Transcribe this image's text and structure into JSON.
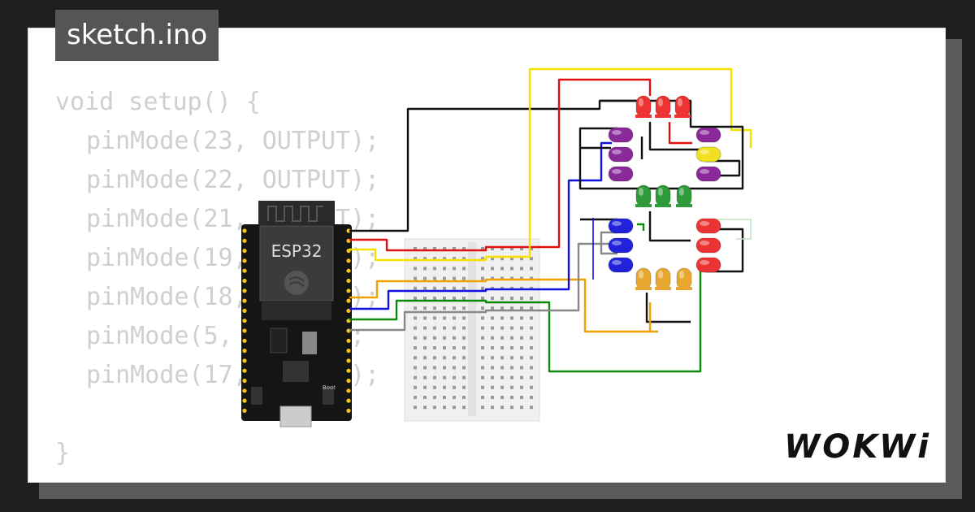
{
  "tab": {
    "title": "sketch.ino"
  },
  "code": {
    "lines": [
      "void setup() {",
      "pinMode(23, OUTPUT);",
      "pinMode(22, OUTPUT);",
      "pinMode(21, OUTPUT);",
      "pinMode(19, OUTPUT);",
      "pinMode(18, OUTPUT);",
      "pinMode(5, OUTPUT);",
      "pinMode(17, OUTPUT);",
      "",
      "}"
    ]
  },
  "board": {
    "label": "ESP32",
    "boot_label": "Boot"
  },
  "brand": {
    "logo_text": "WOKWi"
  },
  "colors": {
    "background": "#1e1e1e",
    "card": "#ffffff",
    "tab": "#555555",
    "code_text": "#cfcfcf",
    "wire_black": "#111111",
    "wire_red": "#e01010",
    "wire_yellow": "#f5e000",
    "wire_orange": "#f0a000",
    "wire_blue": "#1010e0",
    "wire_green": "#0a8a0a",
    "wire_gray": "#888888",
    "led_red": "#ee3333",
    "led_purple": "#8a2a9a",
    "led_yellow": "#f0e020",
    "led_green": "#2e9a3a",
    "led_blue": "#2222dd",
    "led_orange": "#e8a830",
    "pin_gold": "#f5c518"
  }
}
